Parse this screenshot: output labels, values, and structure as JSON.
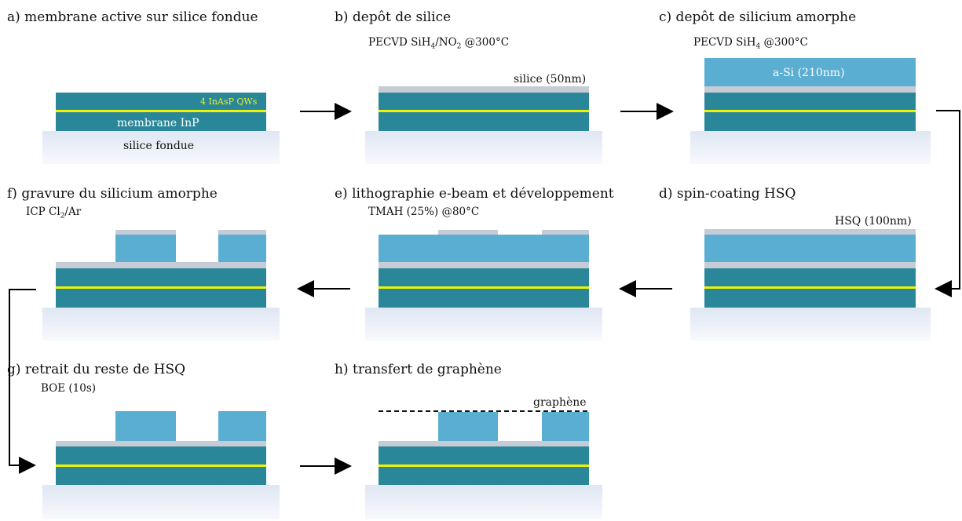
{
  "steps": {
    "a": {
      "title": "a) membrane active sur silice fondue",
      "qw_label": "4 InAsP QWs",
      "membrane_label": "membrane InP",
      "substrate_label": "silice fondue"
    },
    "b": {
      "title": "b) depôt de silice",
      "process": [
        "PECVD SiH",
        "4",
        "/NO",
        "2",
        " @300°C"
      ],
      "silica_label": "silice (50nm)"
    },
    "c": {
      "title": "c) depôt de silicium amorphe",
      "process": [
        "PECVD SiH",
        "4",
        " @300°C"
      ],
      "asi_label": "a-Si (210nm)"
    },
    "d": {
      "title": "d) spin-coating HSQ",
      "hsq_label": "HSQ (100nm)"
    },
    "e": {
      "title": "e) lithographie e-beam et développement",
      "process": "TMAH (25%) @80°C"
    },
    "f": {
      "title": "f) gravure du silicium amorphe",
      "process": [
        "ICP Cl",
        "2",
        "/Ar"
      ]
    },
    "g": {
      "title": "g) retrait du reste de HSQ",
      "process": "BOE (10s)"
    },
    "h": {
      "title": "h) transfert de graphène",
      "graphene_label": "graphène"
    }
  },
  "colors": {
    "substrate": "#e6edf7",
    "inp": "#2a8799",
    "qw": "#eff200",
    "silica": "#c6ccd6",
    "asi": "#5aaed2",
    "hsq": "#c6ccd6",
    "arrow": "#000000"
  }
}
